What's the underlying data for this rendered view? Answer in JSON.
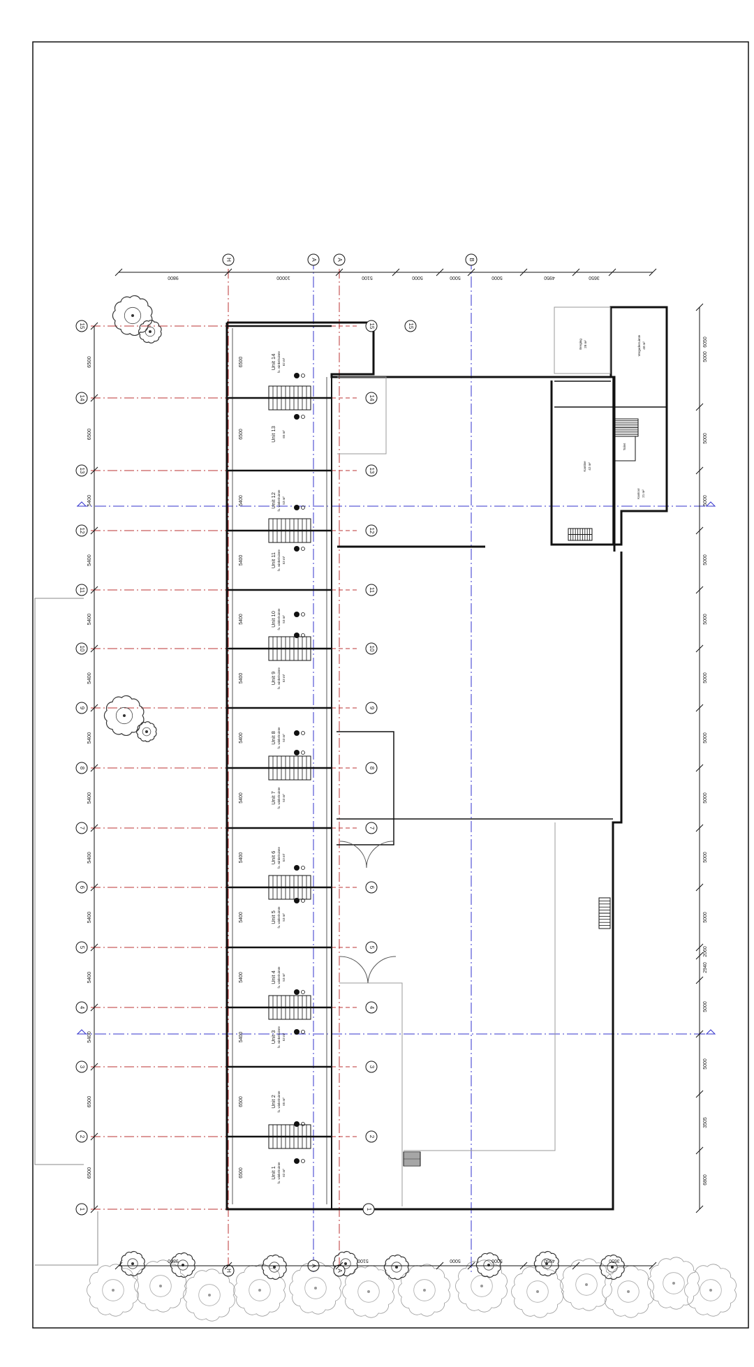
{
  "drawing": {
    "grid_numbers": [
      "1",
      "2",
      "3",
      "4",
      "5",
      "6",
      "7",
      "8",
      "9",
      "10",
      "11",
      "12",
      "13",
      "14",
      "15"
    ],
    "grid_letters_top": [
      "H",
      "A",
      "B"
    ],
    "left_dims": [
      "6500",
      "6500",
      "5400",
      "5400",
      "5400",
      "5400",
      "5400",
      "5400",
      "5400",
      "5400",
      "5400",
      "5400",
      "6500",
      "6500"
    ],
    "inner_dims": [
      "6500",
      "6500",
      "5400",
      "5400",
      "5400",
      "5400",
      "5400",
      "5400",
      "5400",
      "5400",
      "5400",
      "5400",
      "6500",
      "6500"
    ],
    "right_dims": [
      "6800",
      "3505",
      "5000",
      "5000",
      "2940",
      "2060",
      "5000",
      "5000",
      "5000",
      "5000",
      "5000",
      "5000",
      "5000",
      "5000",
      "5000",
      "5000",
      "6050"
    ],
    "top_dims": [
      "9800",
      "10000",
      "5100",
      "5000",
      "5000",
      "5000",
      "4950",
      "3650"
    ],
    "bottom_dims": [
      "9800",
      "5100",
      "5000",
      "5000",
      "4950",
      "3650"
    ],
    "units": [
      {
        "name": "Unit 1",
        "sub": "fx. winkelruimte",
        "area": "62 m²"
      },
      {
        "name": "Unit 2",
        "sub": "fx. winkelruimte",
        "area": "65 m²"
      },
      {
        "name": "Unit 3",
        "sub": "fx. winkelruimte",
        "area": "53 m²"
      },
      {
        "name": "Unit 4",
        "sub": "fx. winkelruimte",
        "area": "53 m²"
      },
      {
        "name": "Unit 5",
        "sub": "fx. winkelruimte",
        "area": "53 m²"
      },
      {
        "name": "Unit 6",
        "sub": "fx. winkelruimte",
        "area": "53 m²"
      },
      {
        "name": "Unit 7",
        "sub": "fx. winkelruimte",
        "area": "53 m²"
      },
      {
        "name": "Unit 8",
        "sub": "fx. winkelruimte",
        "area": "53 m²"
      },
      {
        "name": "Unit 9",
        "sub": "fx. winkelruimte",
        "area": "53 m²"
      },
      {
        "name": "Unit 10",
        "sub": "fx. winkelruimte",
        "area": "53 m²"
      },
      {
        "name": "Unit 11",
        "sub": "fx. winkelruimte",
        "area": "53 m²"
      },
      {
        "name": "Unit 12",
        "sub": "fx. winkelruimte",
        "area": "53 m²"
      },
      {
        "name": "Unit 13",
        "sub": "",
        "area": "65 m²"
      },
      {
        "name": "Unit 14",
        "sub": "fx. winkelruimte",
        "area": "62 m²"
      }
    ],
    "annex_rooms": [
      {
        "label": "Berging",
        "area": "28 m²"
      },
      {
        "label": "Vergaderruimte",
        "area": "48 m²"
      },
      {
        "label": "Kantine",
        "area": "42 m²"
      },
      {
        "label": "Kantoor",
        "area": "21 m²"
      },
      {
        "label": "Toilet",
        "area": ""
      }
    ]
  }
}
